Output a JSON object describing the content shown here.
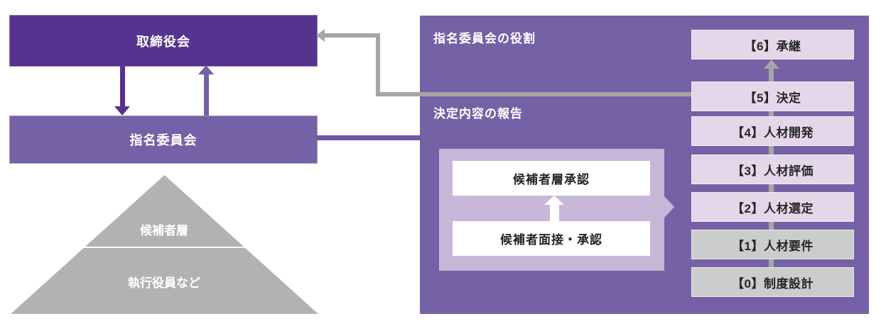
{
  "palette": {
    "dark_purple": "#55338e",
    "medium_purple": "#7561a6",
    "panel_purple": "#7561a6",
    "container_purple": "#c6b7d9",
    "lavender_box": "#e4d7e9",
    "gray_box": "#cbcdcd",
    "triangle_gray": "#b2b2b2",
    "connector_gray": "#a6a6a6",
    "dark_text": "#262626",
    "white": "#ffffff"
  },
  "left": {
    "board_label": "取締役会",
    "committee_label": "指名委員会",
    "pyramid": {
      "upper_label": "候補者層",
      "lower_label": "執行役員など"
    }
  },
  "panel": {
    "title": "指名委員会の役割",
    "report_label": "決定内容の報告",
    "approval_flow": {
      "top_box": "候補者層承認",
      "bottom_box": "候補者面接・承認"
    },
    "steps": [
      {
        "label": "【6】承継",
        "variant": "lavender"
      },
      {
        "label": "【5】決定",
        "variant": "lavender"
      },
      {
        "label": "【4】人材開発",
        "variant": "lavender"
      },
      {
        "label": "【3】人材評価",
        "variant": "lavender"
      },
      {
        "label": "【2】人材選定",
        "variant": "lavender"
      },
      {
        "label": "【1】人材要件",
        "variant": "gray"
      },
      {
        "label": "【0】制度設計",
        "variant": "gray"
      }
    ]
  }
}
